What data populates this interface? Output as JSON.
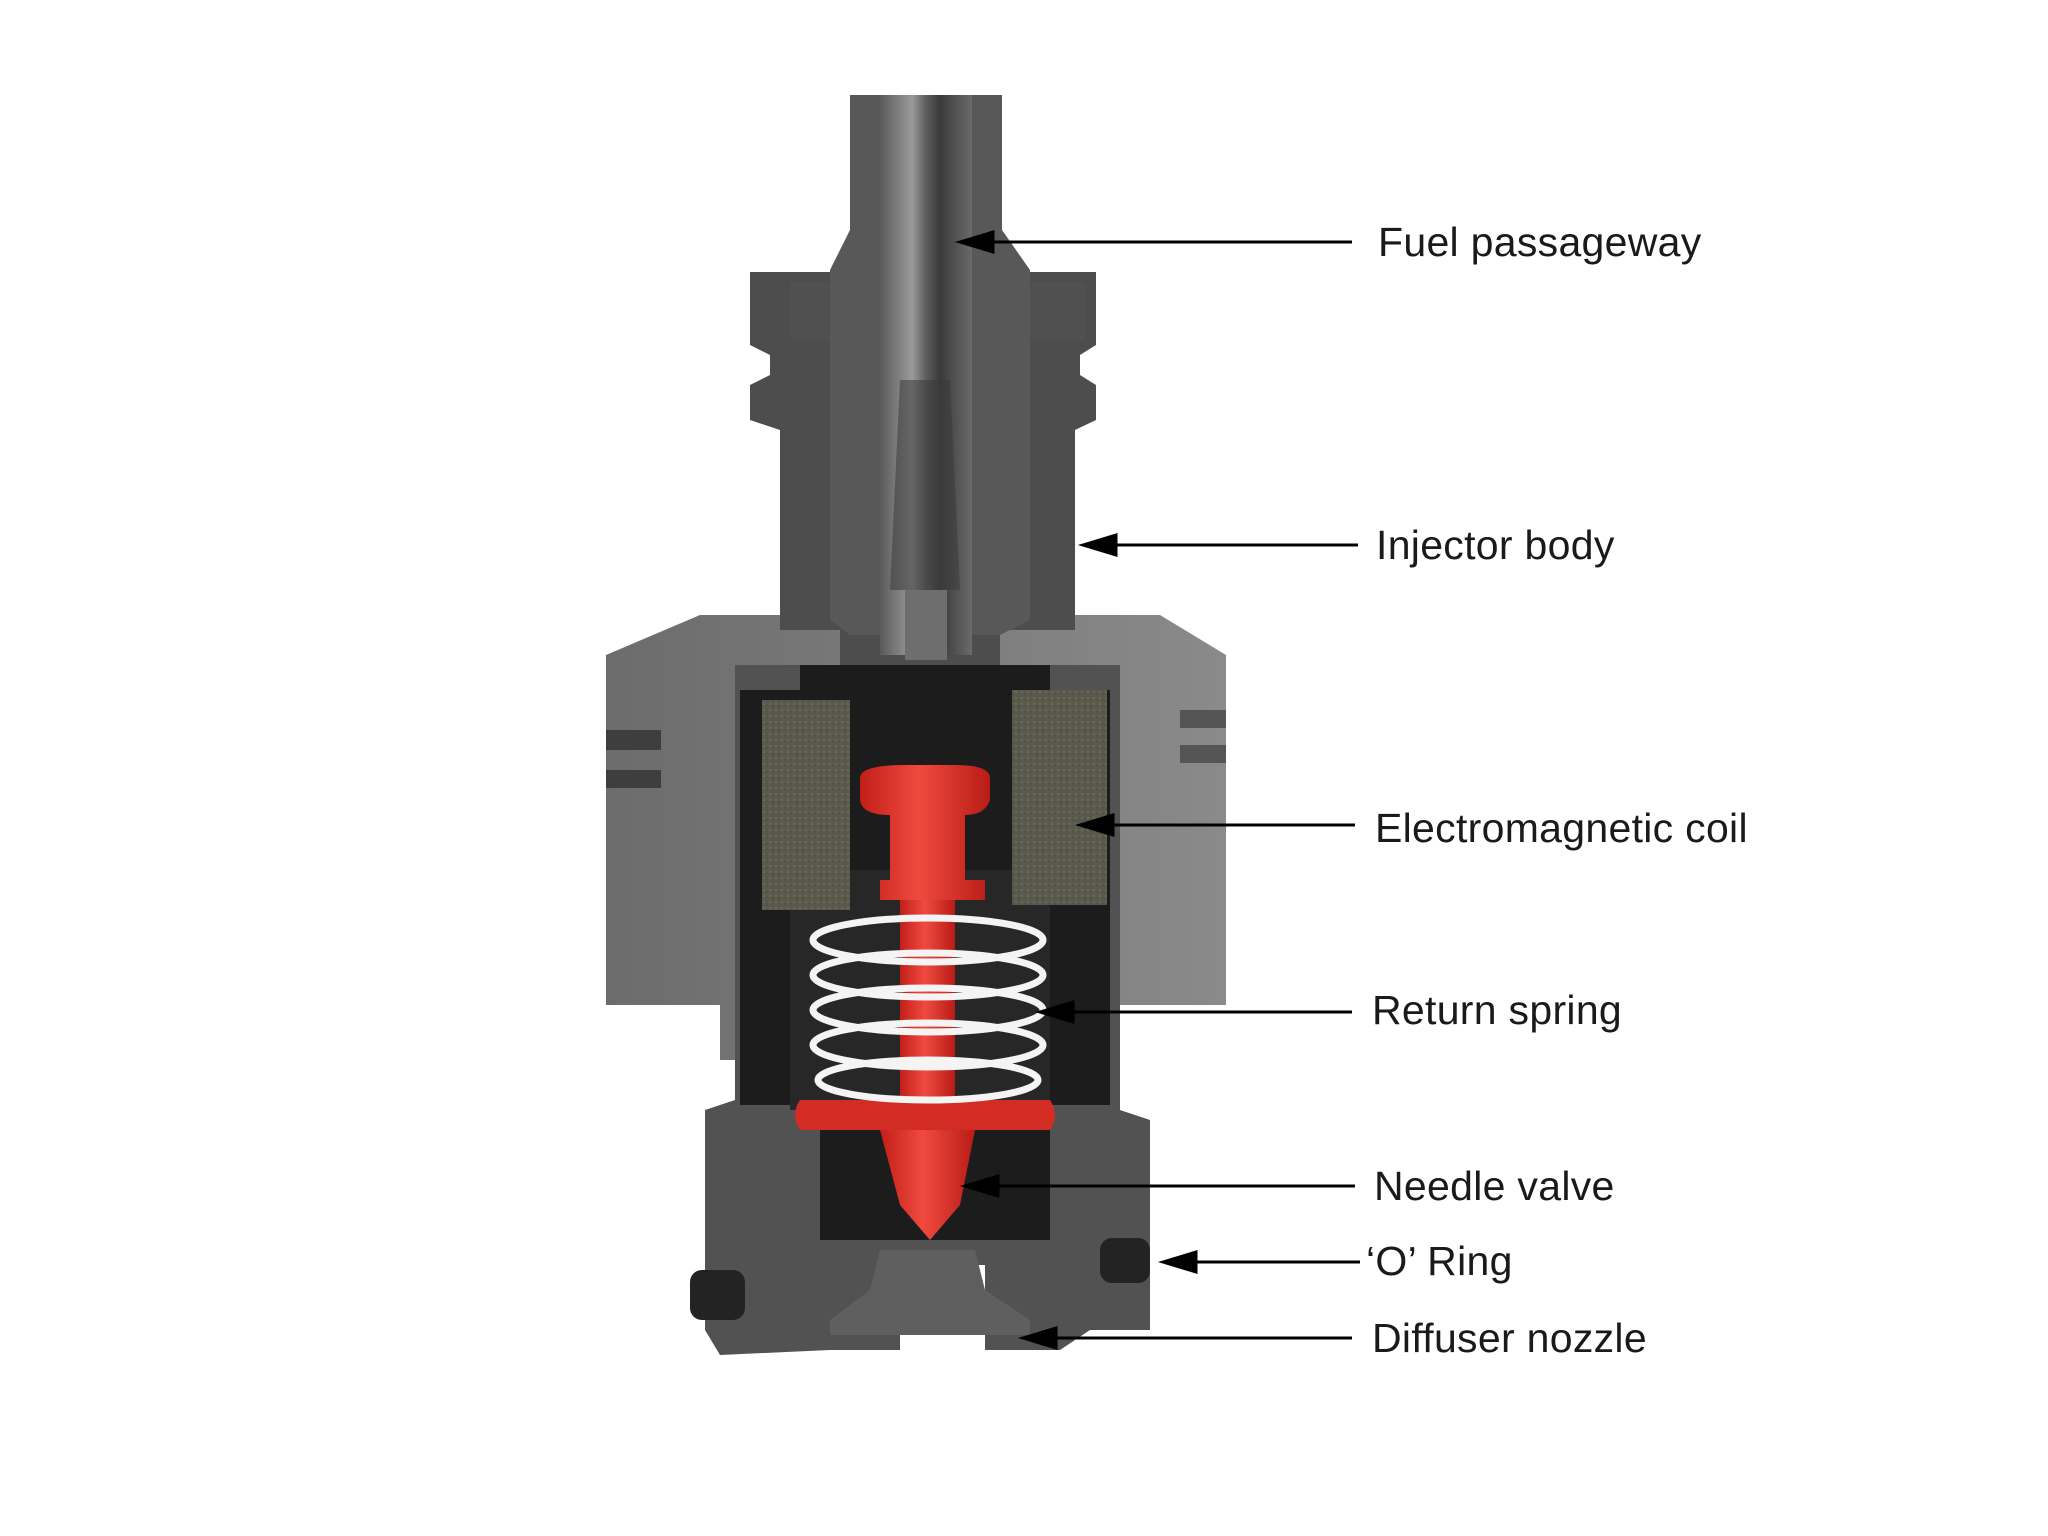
{
  "labels": {
    "fuel_passageway": "Fuel passageway",
    "injector_body": "Injector body",
    "electromagnetic_coil": "Electromagnetic coil",
    "return_spring": "Return spring",
    "needle_valve": "Needle valve",
    "o_ring": "‘O’ Ring",
    "diffuser_nozzle": "Diffuser nozzle"
  },
  "colors": {
    "background": "#ffffff",
    "body_dark": "#4a4a4a",
    "body_mid": "#666666",
    "body_light": "#8a8a8a",
    "cavity": "#1c1c1c",
    "coil": "#5c5c4e",
    "needle": "#e0322b",
    "spring": "#f2f2f2",
    "leader_line": "#000000"
  }
}
